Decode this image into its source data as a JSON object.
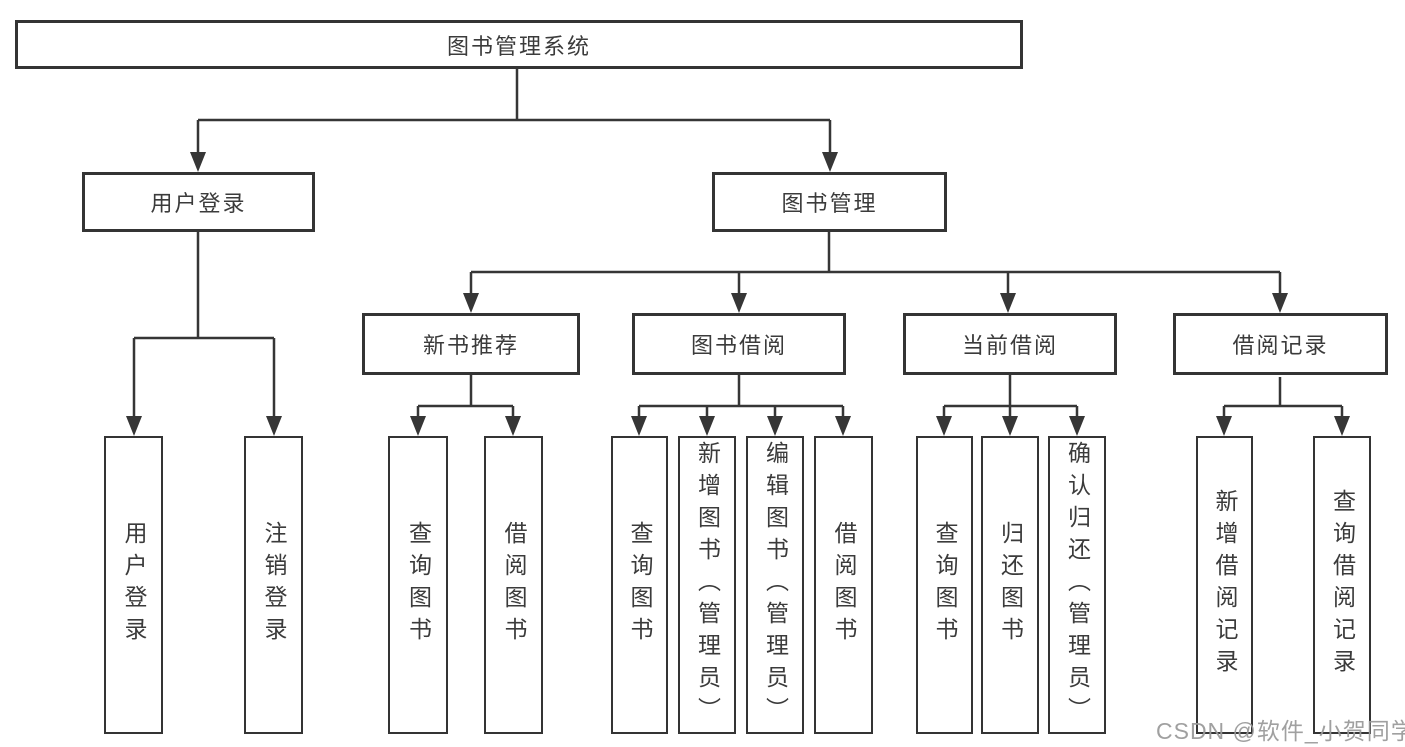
{
  "tree": {
    "root": {
      "label": "图书管理系统"
    },
    "children": [
      {
        "label": "用户登录",
        "leaves": [
          {
            "label": "用户登录"
          },
          {
            "label": "注销登录"
          }
        ]
      },
      {
        "label": "图书管理",
        "children": [
          {
            "label": "新书推荐",
            "leaves": [
              {
                "label": "查询图书"
              },
              {
                "label": "借阅图书"
              }
            ]
          },
          {
            "label": "图书借阅",
            "leaves": [
              {
                "label": "查询图书"
              },
              {
                "label": "新增图书（管理员）"
              },
              {
                "label": "编辑图书（管理员）"
              },
              {
                "label": "借阅图书"
              }
            ]
          },
          {
            "label": "当前借阅",
            "leaves": [
              {
                "label": "查询图书"
              },
              {
                "label": "归还图书"
              },
              {
                "label": "确认归还（管理员）"
              }
            ]
          },
          {
            "label": "借阅记录",
            "leaves": [
              {
                "label": "新增借阅记录"
              },
              {
                "label": "查询借阅记录"
              }
            ]
          }
        ]
      }
    ]
  },
  "watermark": {
    "text": "CSDN @软件_小贺同学"
  },
  "colors": {
    "line": "#363636",
    "box_border": "#343434",
    "box_fill": "#ffffff",
    "text": "#3b3b3b",
    "watermark": "#9b9b9b",
    "background": "#ffffff"
  }
}
